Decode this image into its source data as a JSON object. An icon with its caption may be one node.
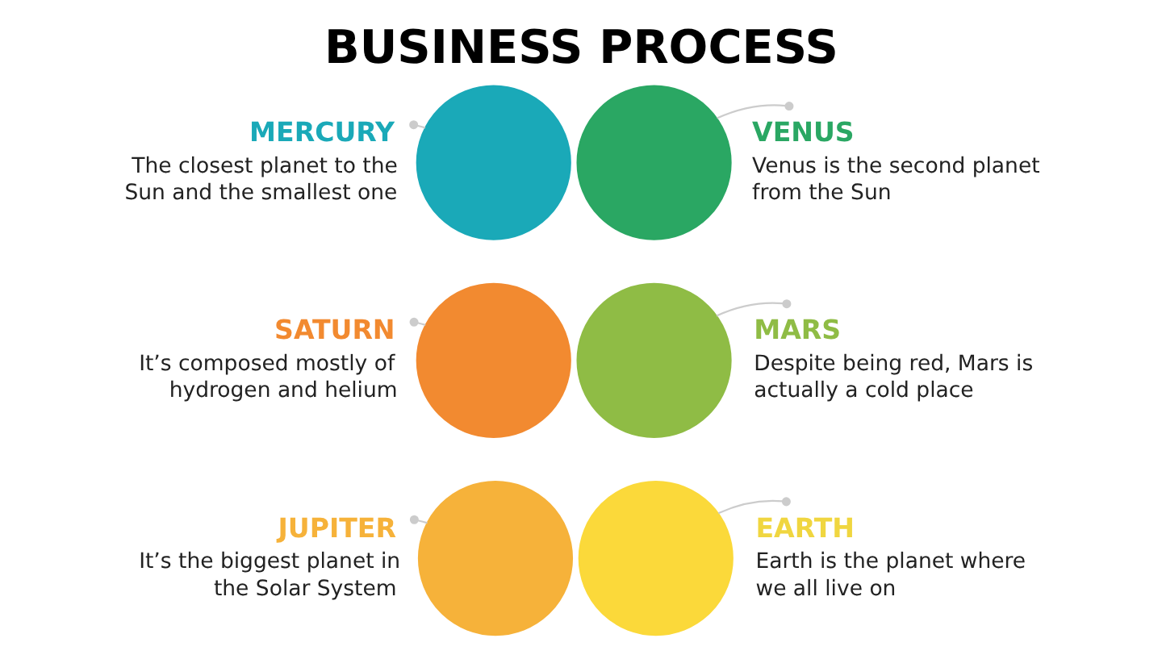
{
  "diagram": {
    "title": "BUSINESS PROCESS",
    "nodes": [
      {
        "text": [
          "MERCURY",
          "The closest planet to the Sun and the smallest one"
        ]
      },
      {
        "text": [],
        "shape": "circle"
      },
      {
        "text": [],
        "shape": "circle"
      },
      {
        "text": [
          "VENUS",
          "Venus is the second planet from the Sun"
        ]
      },
      {
        "text": [
          "SATURN",
          "It’s composed mostly of hydrogen and helium"
        ]
      },
      {
        "text": [],
        "shape": "circle"
      },
      {
        "text": [],
        "shape": "circle"
      },
      {
        "text": [
          "MARS",
          "Despite being red, Mars is actually a cold place"
        ]
      },
      {
        "text": [
          "JUPITER",
          "It’s the biggest planet in the Solar System"
        ]
      },
      {
        "text": [],
        "shape": "circle"
      },
      {
        "text": [],
        "shape": "circle"
      },
      {
        "text": [
          "EARTH",
          "Earth is the planet where we all live on"
        ]
      }
    ],
    "edges": [
      {
        "from": 0,
        "to": 1,
        "arrow": "other"
      },
      {
        "from": 3,
        "to": 2,
        "arrow": "other"
      },
      {
        "from": 4,
        "to": 5,
        "arrow": "other"
      },
      {
        "from": 7,
        "to": 6,
        "arrow": "other"
      },
      {
        "from": 8,
        "to": 9,
        "arrow": "other"
      },
      {
        "from": 11,
        "to": 10,
        "arrow": "other"
      }
    ]
  }
}
